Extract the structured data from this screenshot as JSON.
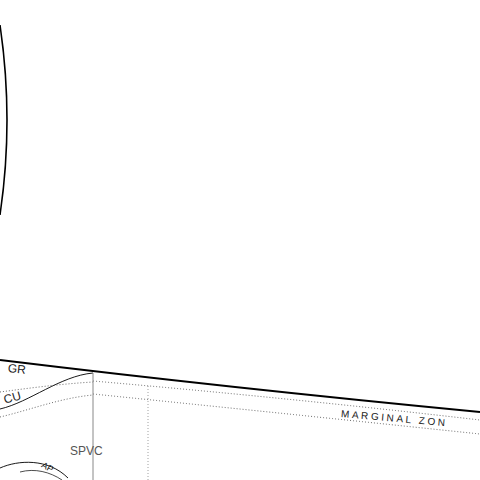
{
  "diagram": {
    "labels": [
      "GR",
      "CU",
      "SPVC",
      "AP",
      "MARGINAL ZON"
    ]
  }
}
